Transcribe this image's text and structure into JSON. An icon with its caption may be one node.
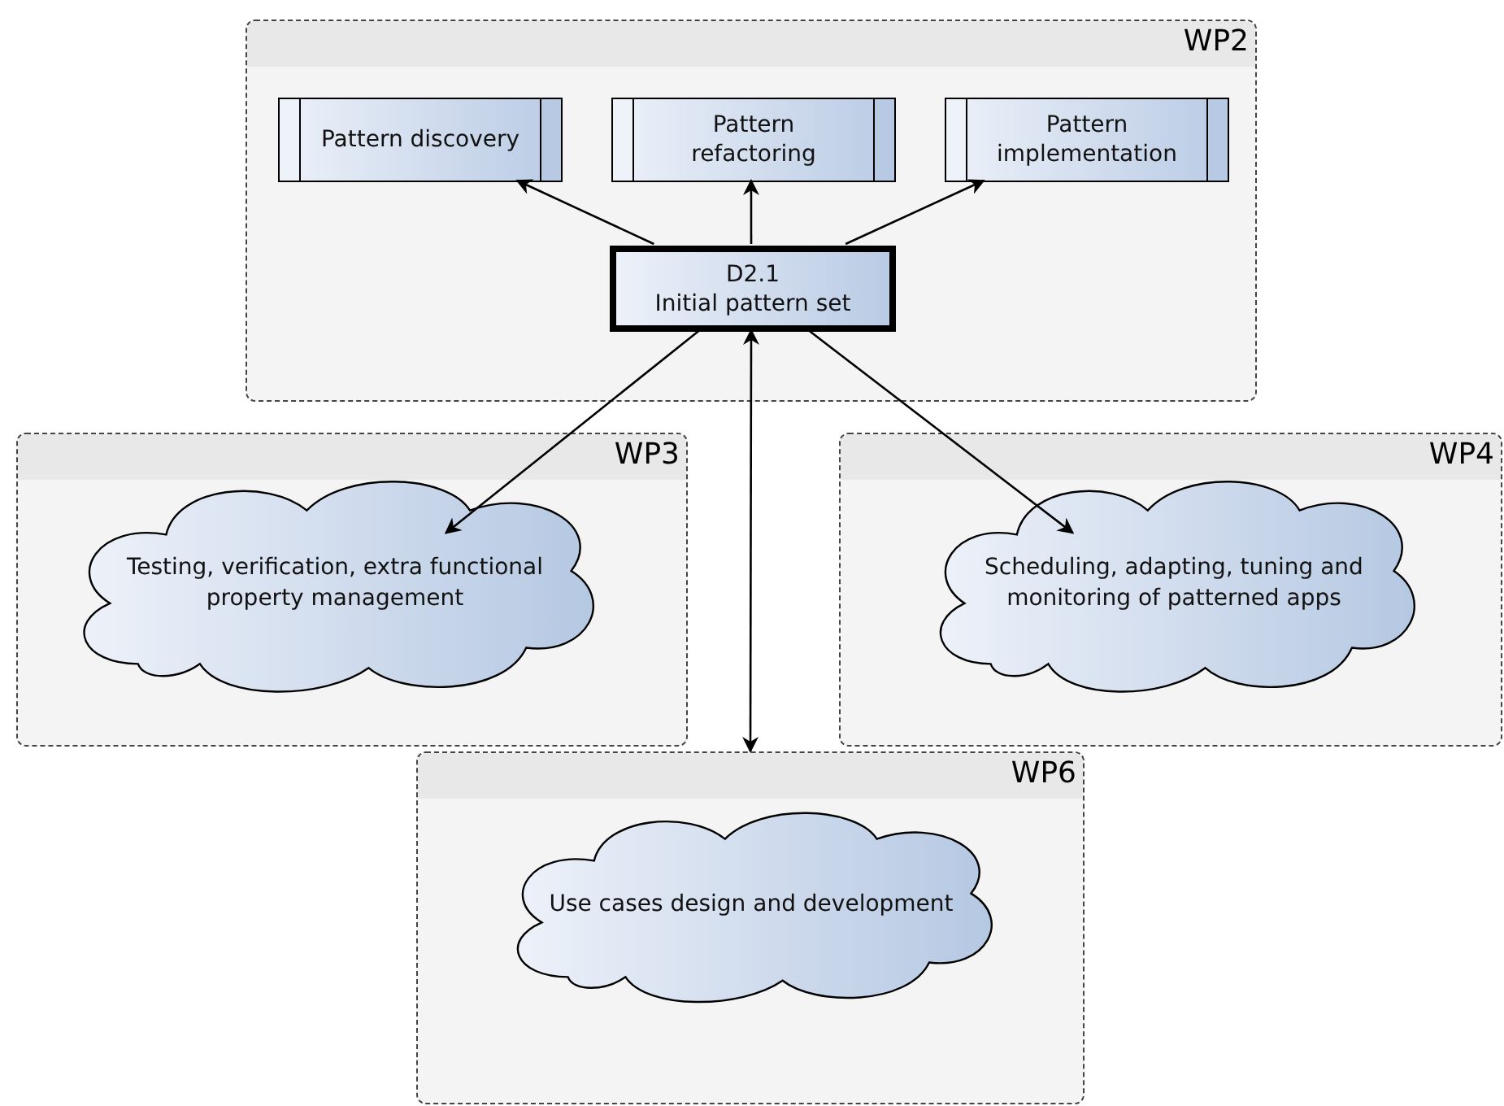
{
  "diagram": {
    "nodes": [
      {
        "text": [
          "WP2"
        ]
      },
      {
        "text": [
          "Pattern discovery"
        ],
        "in": 0
      },
      {
        "text": [
          "Pattern refactoring"
        ],
        "in": 0
      },
      {
        "text": [
          "Pattern implementation"
        ],
        "in": 0
      },
      {
        "text": [
          "D2.1",
          "Initial pattern set"
        ],
        "in": 0
      },
      {
        "text": [
          "WP3"
        ]
      },
      {
        "text": [
          "Testing, verification, extra functional property management"
        ],
        "in": 5
      },
      {
        "text": [
          "WP4"
        ]
      },
      {
        "text": [
          "Scheduling, adapting, tuning and monitoring of patterned apps"
        ],
        "in": 7
      },
      {
        "text": [
          "WP6"
        ]
      },
      {
        "text": [
          "Use cases design and development"
        ],
        "in": 9
      }
    ],
    "edges": [
      {
        "from": 4,
        "to": 1,
        "arrow": "to"
      },
      {
        "from": 4,
        "to": 2,
        "arrow": "to"
      },
      {
        "from": 4,
        "to": 3,
        "arrow": "to"
      },
      {
        "from": 4,
        "to": 6,
        "arrow": "to"
      },
      {
        "from": 4,
        "to": 8,
        "arrow": "to"
      },
      {
        "from": 4,
        "to": 9,
        "arrow": "both"
      }
    ]
  }
}
